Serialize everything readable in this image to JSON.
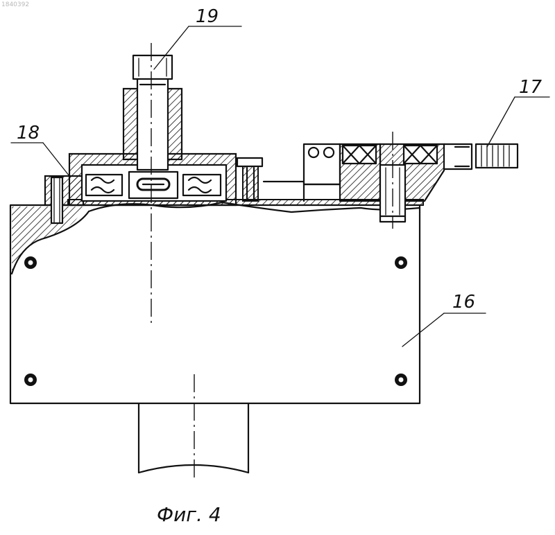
{
  "doc_id": "1840392",
  "labels": {
    "l16": "16",
    "l17": "17",
    "l18": "18",
    "l19": "19"
  },
  "caption": "Фиг. 4"
}
